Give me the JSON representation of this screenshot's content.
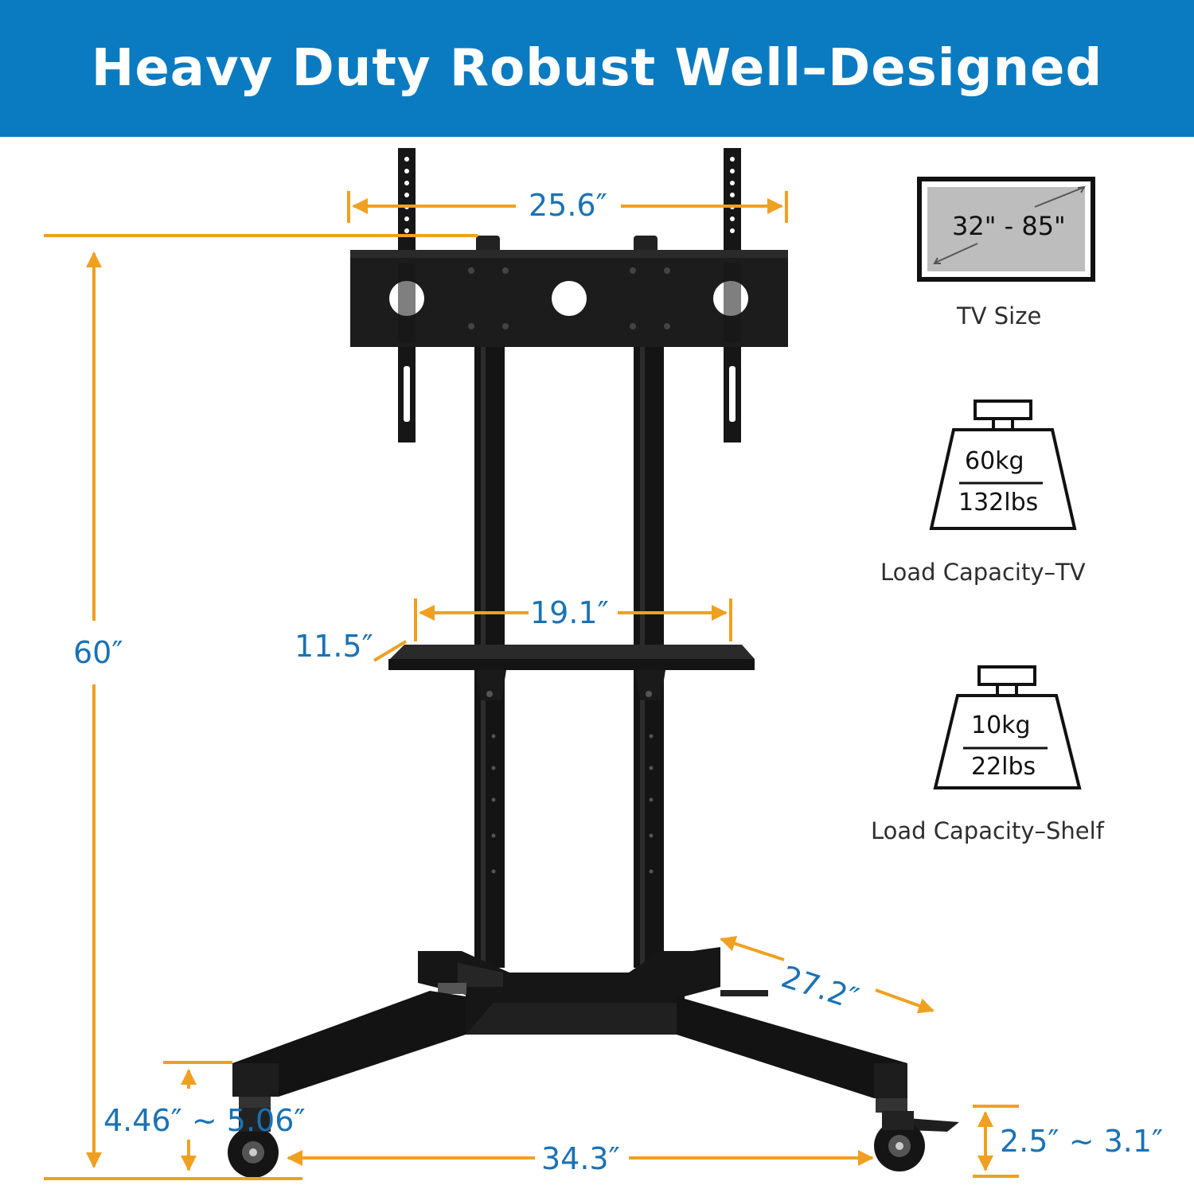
{
  "banner": {
    "title": "Heavy Duty Robust Well–Designed",
    "color": "#0a7bc0"
  },
  "dimensions": {
    "mount_width": "25.6″",
    "total_height": "60″",
    "shelf_width": "19.1″",
    "shelf_depth": "11.5″",
    "base_depth": "27.2″",
    "base_width": "34.3″",
    "front_clearance": "4.46″ ~ 5.06″",
    "caster_height": "2.5″ ~ 3.1″"
  },
  "specs": {
    "tv_size": {
      "range": "32\" - 85\"",
      "label": "TV Size",
      "icon": "tv-screen-icon"
    },
    "tv_load": {
      "kg": "60kg",
      "lbs": "132lbs",
      "label": "Load Capacity–TV",
      "icon": "weight-icon"
    },
    "shelf_load": {
      "kg": "10kg",
      "lbs": "22lbs",
      "label": "Load Capacity–Shelf",
      "icon": "weight-icon"
    }
  },
  "colors": {
    "arrow": "#f0a020",
    "dimension_text": "#1a72b5",
    "stand": "#161616"
  }
}
